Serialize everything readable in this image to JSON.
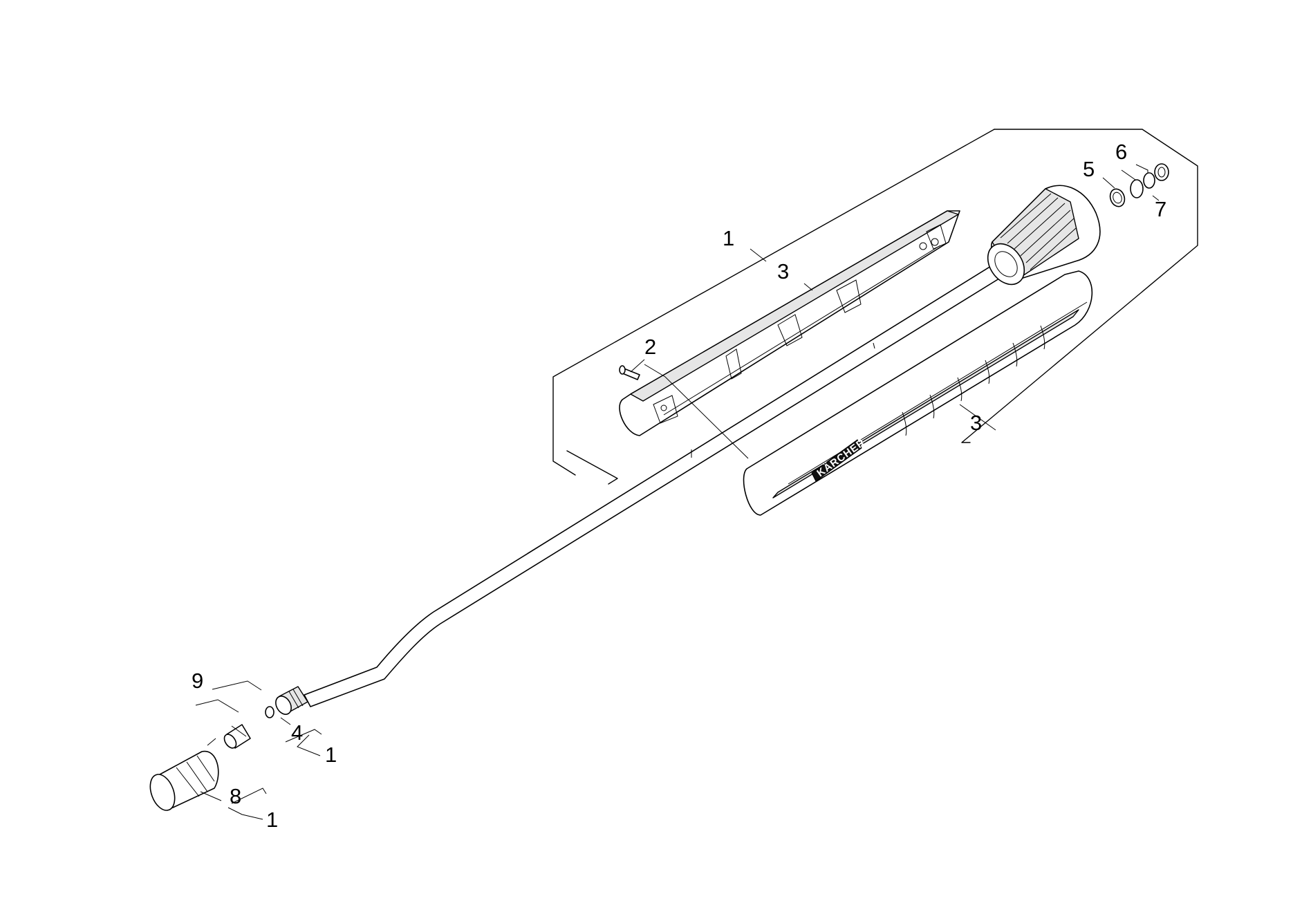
{
  "diagram": {
    "brand_label": "KÄRCHER",
    "callouts": [
      {
        "id": "c1-top",
        "text": "1"
      },
      {
        "id": "c2",
        "text": "2"
      },
      {
        "id": "c3-upper",
        "text": "3"
      },
      {
        "id": "c3-lower",
        "text": "3"
      },
      {
        "id": "c4",
        "text": "4"
      },
      {
        "id": "c1-nozzle",
        "text": "1"
      },
      {
        "id": "c5",
        "text": "5"
      },
      {
        "id": "c6",
        "text": "6"
      },
      {
        "id": "c7",
        "text": "7"
      },
      {
        "id": "c8",
        "text": "8"
      },
      {
        "id": "c1-cap",
        "text": "1"
      },
      {
        "id": "c9",
        "text": "9"
      }
    ]
  }
}
